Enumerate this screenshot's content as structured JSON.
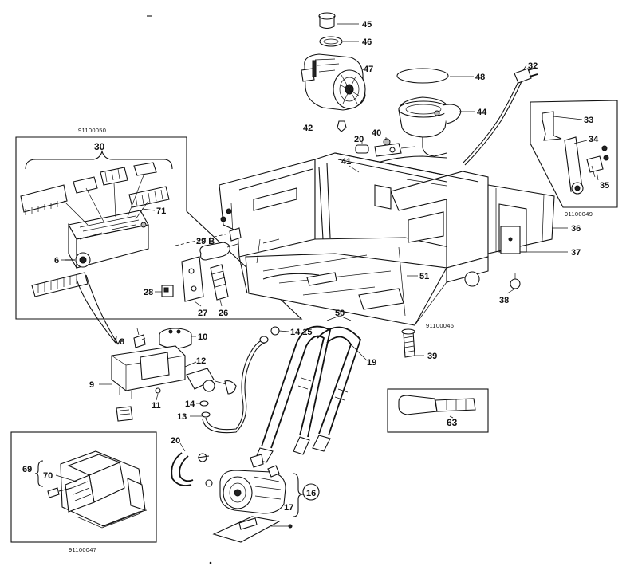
{
  "callouts": {
    "c45": "45",
    "c46": "46",
    "c47": "47",
    "c48": "48",
    "c32": "32",
    "c44": "44",
    "c42": "42",
    "c20a": "20",
    "c40": "40",
    "c41": "41",
    "c33": "33",
    "c34": "34",
    "c35": "35",
    "c30": "30",
    "c71": "71",
    "c6": "6",
    "c29b": "29 B",
    "c28": "28",
    "c27": "27",
    "c26": "26",
    "c36": "36",
    "c37": "37",
    "c38": "38",
    "c51": "51",
    "c50": "50",
    "c14_15": "14,15",
    "c19": "19",
    "c39": "39",
    "c8": "8",
    "c10": "10",
    "c12": "12",
    "c9": "9",
    "c11": "11",
    "c14": "14",
    "c13": "13",
    "c63": "63",
    "c20b": "20",
    "c16": "16",
    "c17": "17",
    "c69": "69",
    "c70": "70"
  },
  "codes": {
    "inset_controls": "91100050",
    "inset_hinge": "91100049",
    "chassis": "91100046",
    "inset_transformer": "91100047"
  }
}
